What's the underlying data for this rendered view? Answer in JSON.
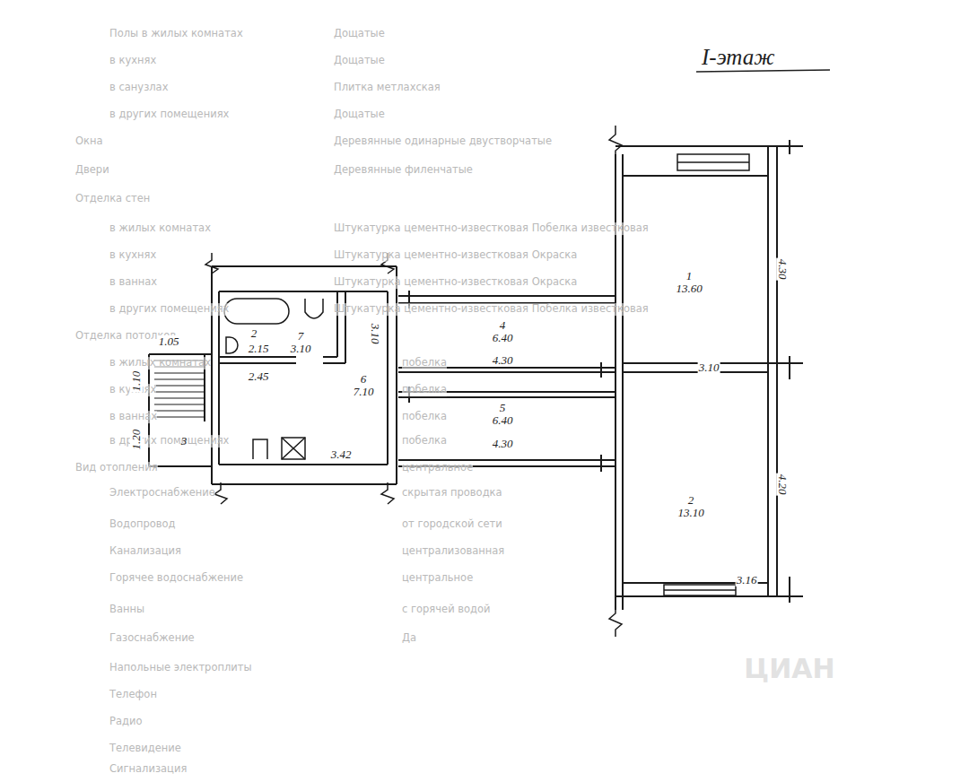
{
  "diagram": {
    "title": "I-этаж",
    "nodes": [
      {
        "text": [
          "1",
          "13.60"
        ]
      },
      {
        "text": [
          "2",
          "13.10"
        ]
      },
      {
        "text": [
          "3"
        ]
      },
      {
        "text": [
          "4",
          "6.40"
        ]
      },
      {
        "text": [
          "5",
          "6.40"
        ]
      },
      {
        "text": [
          "6",
          "7.10"
        ]
      },
      {
        "text": [
          "7",
          "3.10"
        ]
      }
    ],
    "labels": [
      "Полы в жилых комнатах",
      "Дощатые",
      "в кухнях",
      "Дощатые",
      "в санузлах",
      "Плитка метлахская",
      "в других помещениях",
      "Дощатые",
      "Окна",
      "Деревянные одинарные двустворчатые",
      "Двери",
      "Деревянные филенчатые",
      "Отделка стен",
      "в жилых комнатах",
      "Штукатурка цементно-известковая Побелка известковая",
      "в кухнях",
      "Штукатурка цементно-известковая Окраска",
      "в ваннах",
      "Штукатурка цементно-известковая Окраска",
      "в других помещениях",
      "Штукатурка цементно-известковая Побелка известковая",
      "Отделка потолков",
      "в жилых комнатах",
      "побелка",
      "в кухнях",
      "побелка",
      "в ваннах",
      "побелка",
      "в других помещениях",
      "побелка",
      "Вид отопления",
      "центральное",
      "Электроснабжение",
      "скрытая проводка",
      "Водопровод",
      "от городской сети",
      "Канализация",
      "централизованная",
      "Горячее водоснабжение",
      "центральное",
      "Ванны",
      "с горячей водой",
      "Газоснабжение",
      "Да",
      "Напольные электроплиты",
      "Телефон",
      "Радио",
      "Телевидение",
      "Сигнализация",
      "4.30",
      "3.10",
      "4.20",
      "3.16",
      "4.30",
      "4.30",
      "3.10",
      "3.42",
      "2.45",
      "2",
      "2.15",
      "1.05",
      "1.10",
      "1.20",
      "ЦИАН"
    ]
  }
}
